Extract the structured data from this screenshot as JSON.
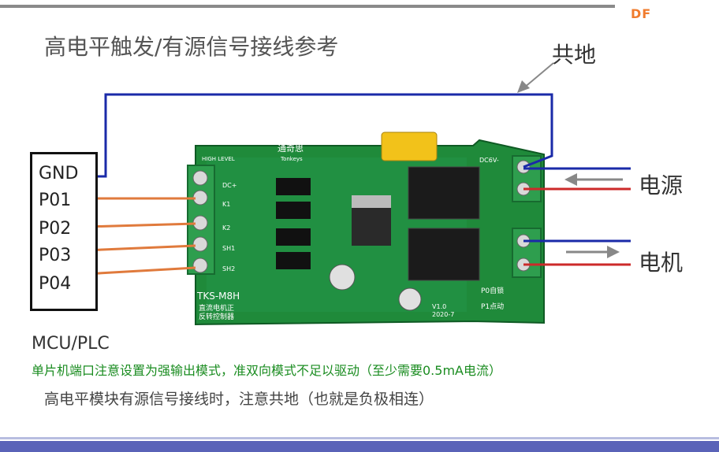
{
  "header": {
    "logo": "DF"
  },
  "title": "高电平触发/有源信号接线参考",
  "mcu": {
    "pins": [
      "GND",
      "P01",
      "P02",
      "P03",
      "P04"
    ],
    "label": "MCU/PLC"
  },
  "labels": {
    "common_ground": "共地",
    "power": "电源",
    "motor": "电机"
  },
  "board": {
    "brand": "通奇思",
    "brand_en": "Tonkeys",
    "model": "TKS-M8H",
    "desc_line1": "直流电机正",
    "desc_line2": "反转控制器",
    "version": "V1.0",
    "date": "2020-7",
    "mode1": "P0自锁",
    "mode2": "P1点动",
    "dc_label": "DC6V-",
    "input_labels": [
      "DC+",
      "K1",
      "K2",
      "SH1",
      "SH2"
    ],
    "high_level": "HIGH LEVEL"
  },
  "notes": {
    "line1": "单片机端口注意设置为强输出模式，准双向模式不足以驱动（至少需要0.5mA电流）",
    "line2": "高电平模块有源信号接线时，注意共地（也就是负极相连）"
  },
  "colors": {
    "ground_wire": "#1a2aa8",
    "signal_wire": "#e07a3c",
    "positive_wire": "#cc2a2a",
    "pcb": "#1f8a3a",
    "note_green": "#1a8c20"
  }
}
